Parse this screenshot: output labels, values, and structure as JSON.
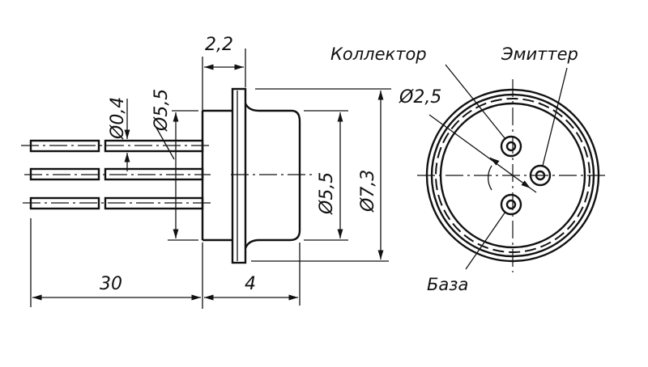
{
  "labels": {
    "collector": "Коллектор",
    "emitter": "Эмиттер",
    "base": "База"
  },
  "dimensions": {
    "flange_thickness": "2,2",
    "lead_diameter": "Ø0,4",
    "lead_circle_diameter": "Ø5,5",
    "body_diameter": "Ø5,5",
    "flange_diameter": "Ø7,3",
    "pin_circle_diameter": "Ø2,5",
    "lead_length": "30",
    "body_length": "4"
  }
}
